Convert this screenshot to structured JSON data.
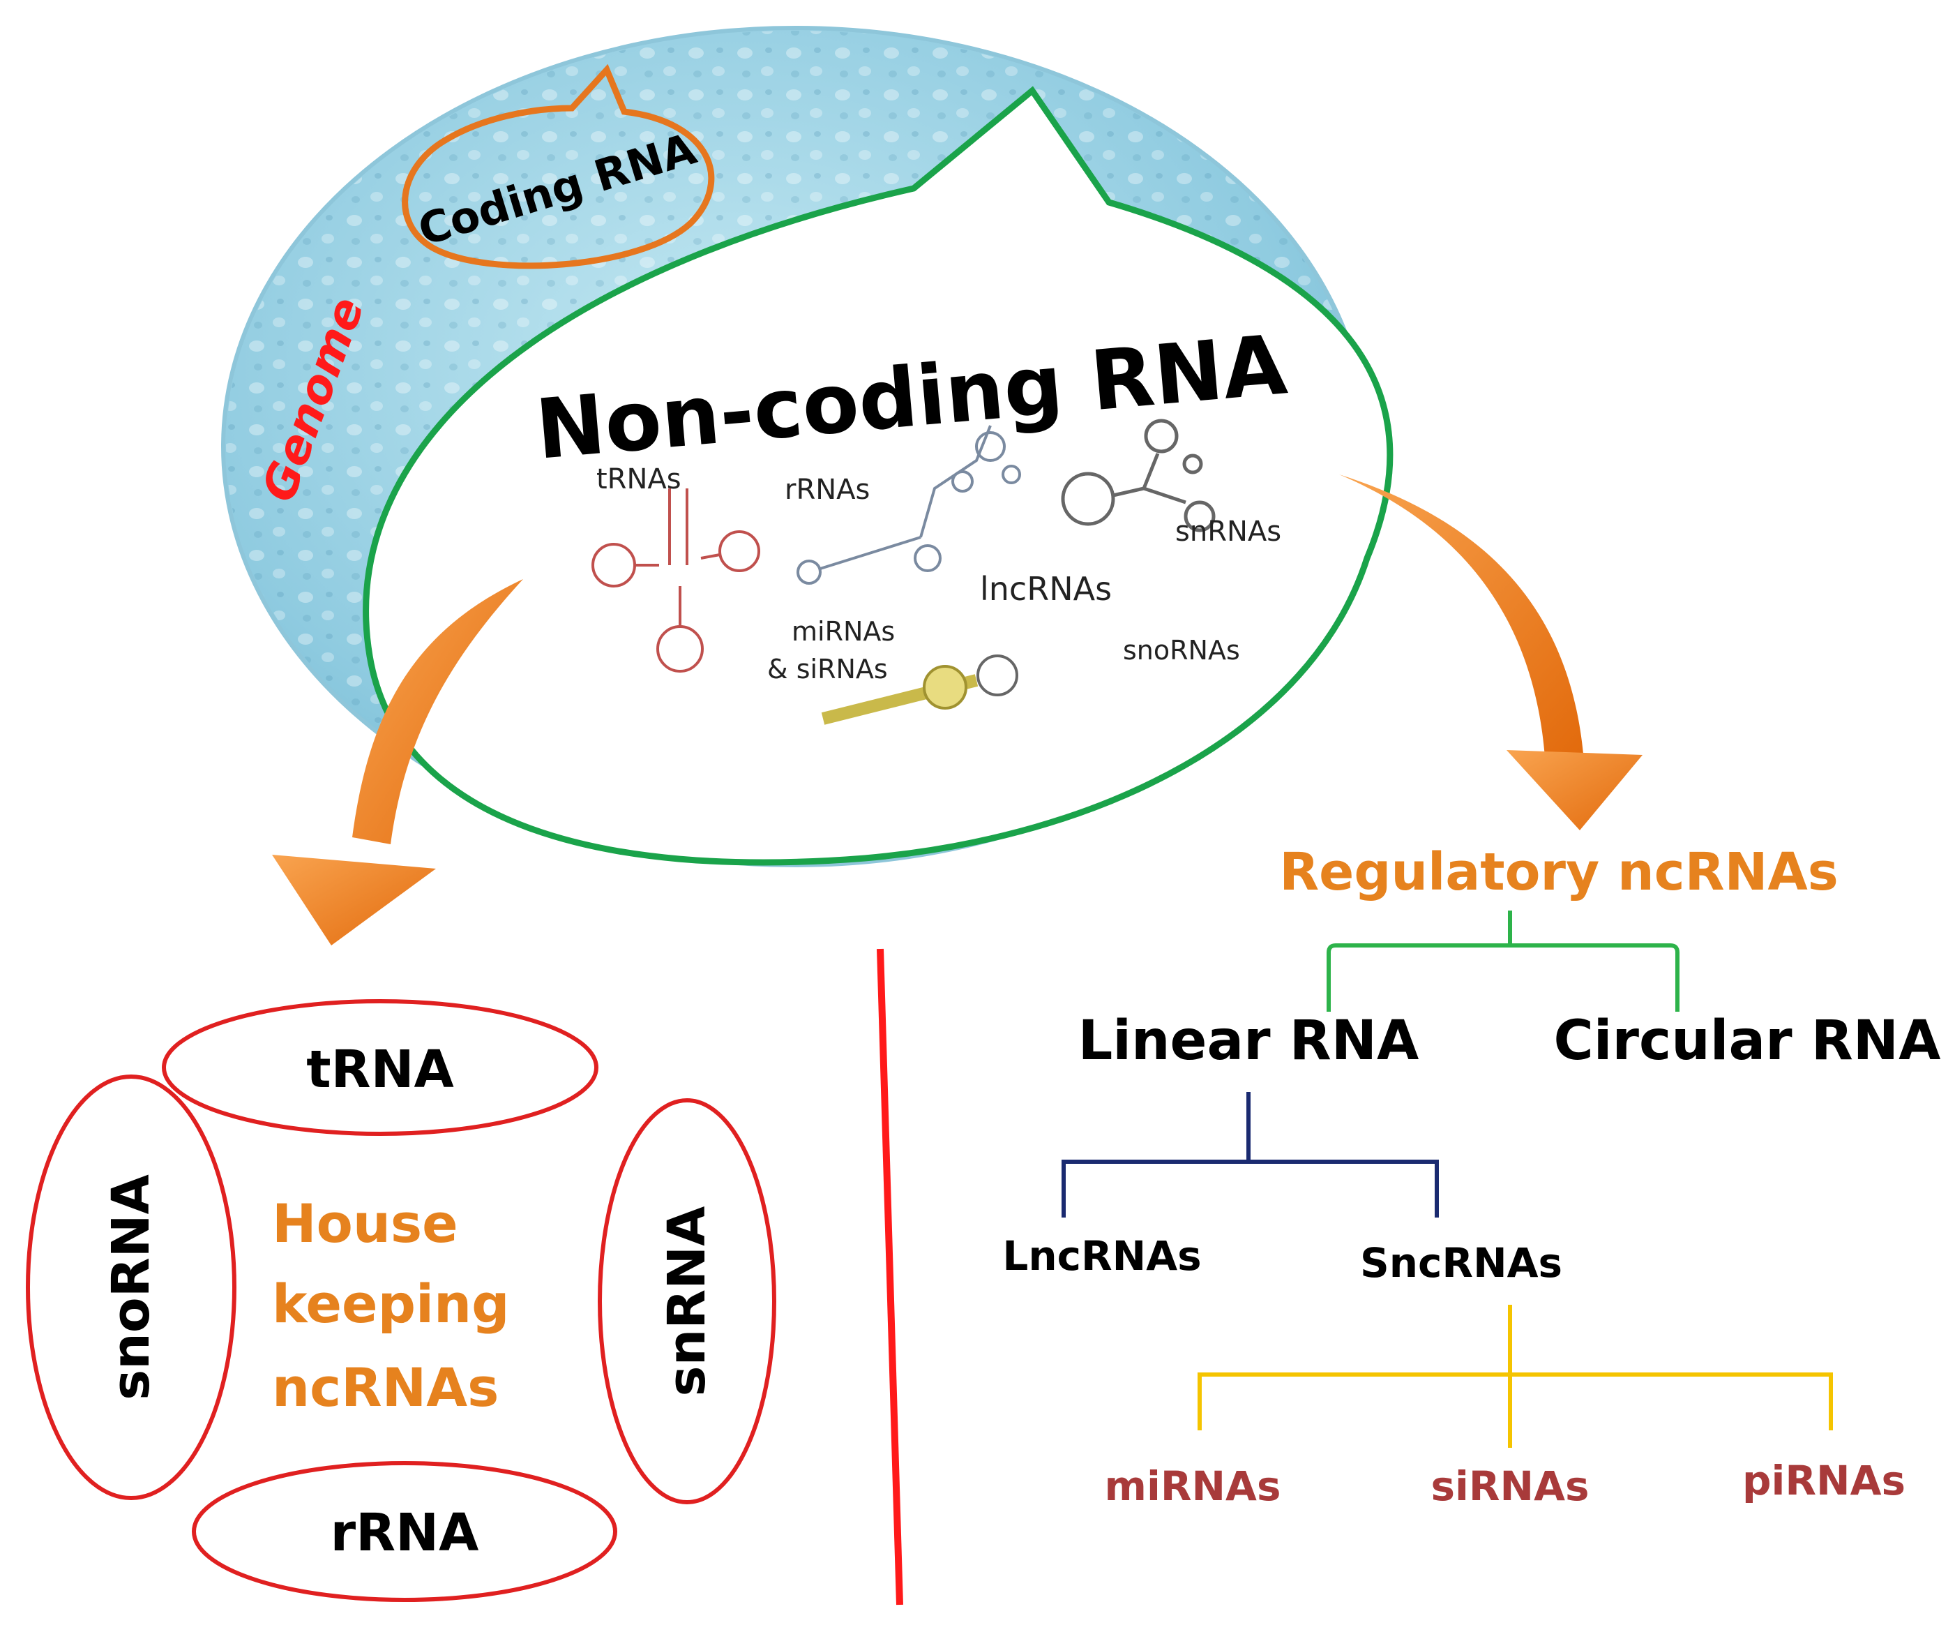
{
  "genome": {
    "label": "Genome"
  },
  "coding": {
    "label": "Coding RNA"
  },
  "noncoding": {
    "title": "Non-coding RNA",
    "structures": {
      "trnas": "tRNAs",
      "rrnas": "rRNAs",
      "snrnas": "snRNAs",
      "lncrnas": "lncRNAs",
      "mirnas": "miRNAs",
      "sirnas": "& siRNAs",
      "snornas": "snoRNAs"
    }
  },
  "housekeeping": {
    "title_lines": [
      "House",
      "keeping",
      "ncRNAs"
    ],
    "items": {
      "top": "tRNA",
      "bottom": "rRNA",
      "left": "snoRNA",
      "right": "snRNA"
    }
  },
  "regulatory": {
    "title": "Regulatory ncRNAs",
    "linear": "Linear RNA",
    "circular": "Circular RNA",
    "lnc": "LncRNAs",
    "snc": "SncRNAs",
    "small": [
      "miRNAs",
      "siRNAs",
      "piRNAs"
    ]
  },
  "colors": {
    "genome_fill": "#9fd3e3",
    "noncoding_border": "#1aa34a",
    "coding_border": "#e6761e",
    "housekeeping_border": "#e02020",
    "divider": "#ff1a1a",
    "arrow": "#f07e1a",
    "bracket_green": "#2db34a",
    "bracket_navy": "#1a2a70",
    "bracket_yellow": "#f5c400",
    "label_orange": "#e6821e",
    "label_maroon": "#a83a3a"
  }
}
